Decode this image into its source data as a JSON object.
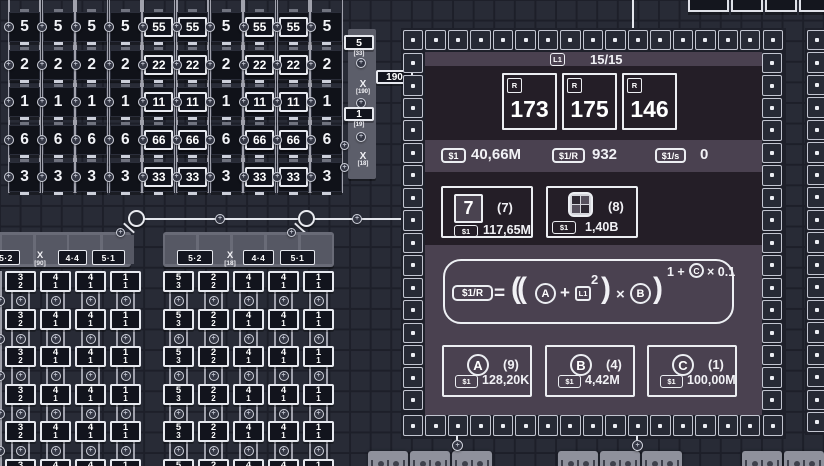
{
  "top_grid": {
    "rows": [
      {
        "plain": "5",
        "boxed": "55"
      },
      {
        "plain": "2",
        "boxed": "22"
      },
      {
        "plain": "1",
        "boxed": "11"
      },
      {
        "plain": "6",
        "boxed": "66"
      },
      {
        "plain": "3",
        "boxed": "33"
      }
    ],
    "column_types": [
      "plain",
      "plain",
      "plain",
      "plain",
      "boxed",
      "boxed",
      "plain",
      "boxed",
      "boxed",
      "plain"
    ]
  },
  "connector": {
    "buffer_top": {
      "value": "5",
      "tag": "x",
      "sub": "[33]"
    },
    "mult_top": {
      "label": "X",
      "sub": "[190]"
    },
    "output": {
      "value": "190"
    },
    "buffer_mid": {
      "value": "1",
      "tag": "+",
      "sub": "[19]"
    },
    "mult_bottom": {
      "label": "X",
      "sub": "[18]"
    }
  },
  "mid_groups": [
    {
      "labels": [
        "5·2",
        "4·4",
        "5·1"
      ],
      "mult": {
        "label": "X",
        "sub": "[90]"
      }
    },
    {
      "labels": [
        "5·2",
        "4·4",
        "5·1"
      ],
      "mult": {
        "label": "X",
        "sub": "[18]"
      }
    }
  ],
  "fraction_grids": {
    "grid_a": {
      "columns": [
        [
          "3",
          "2"
        ],
        [
          "4",
          "1"
        ],
        [
          "4",
          "1"
        ],
        [
          "1",
          "1"
        ]
      ]
    },
    "grid_b": {
      "columns": [
        [
          "5",
          "3"
        ],
        [
          "2",
          "2"
        ],
        [
          "4",
          "1"
        ],
        [
          "4",
          "1"
        ],
        [
          "1",
          "1"
        ]
      ]
    }
  },
  "panel": {
    "header": {
      "badge": "L1",
      "count": "15/15"
    },
    "r_boxes": [
      {
        "badge": "R",
        "value": "173"
      },
      {
        "badge": "R",
        "value": "175"
      },
      {
        "badge": "R",
        "value": "146"
      }
    ],
    "stats": [
      {
        "badge": "$1",
        "value": "40,66M"
      },
      {
        "badge": "$1/R",
        "value": "932"
      },
      {
        "badge": "$1/s",
        "value": "0"
      }
    ],
    "upgrades": [
      {
        "icon": "7",
        "count": "(7)",
        "badge": "$1",
        "cost": "117,65M"
      },
      {
        "icon": "window",
        "count": "(8)",
        "badge": "$1",
        "cost": "1,40B"
      }
    ],
    "formula": {
      "lhs": "$1/R",
      "equals": "=",
      "open": "((",
      "var_a": "A",
      "plus": "+",
      "l1": "L1",
      "sup": "2",
      "close1": ")",
      "times": "×",
      "var_b": "B",
      "close2": ")",
      "exp_pre": "1 +",
      "exp_c": "C",
      "exp_post": "× 0.1"
    },
    "letters": [
      {
        "letter": "A",
        "count": "(9)",
        "badge": "$1",
        "value": "128,20K"
      },
      {
        "letter": "B",
        "count": "(4)",
        "badge": "$1",
        "value": "4,42M"
      },
      {
        "letter": "C",
        "count": "(1)",
        "badge": "$1",
        "value": "100,00M"
      }
    ]
  }
}
